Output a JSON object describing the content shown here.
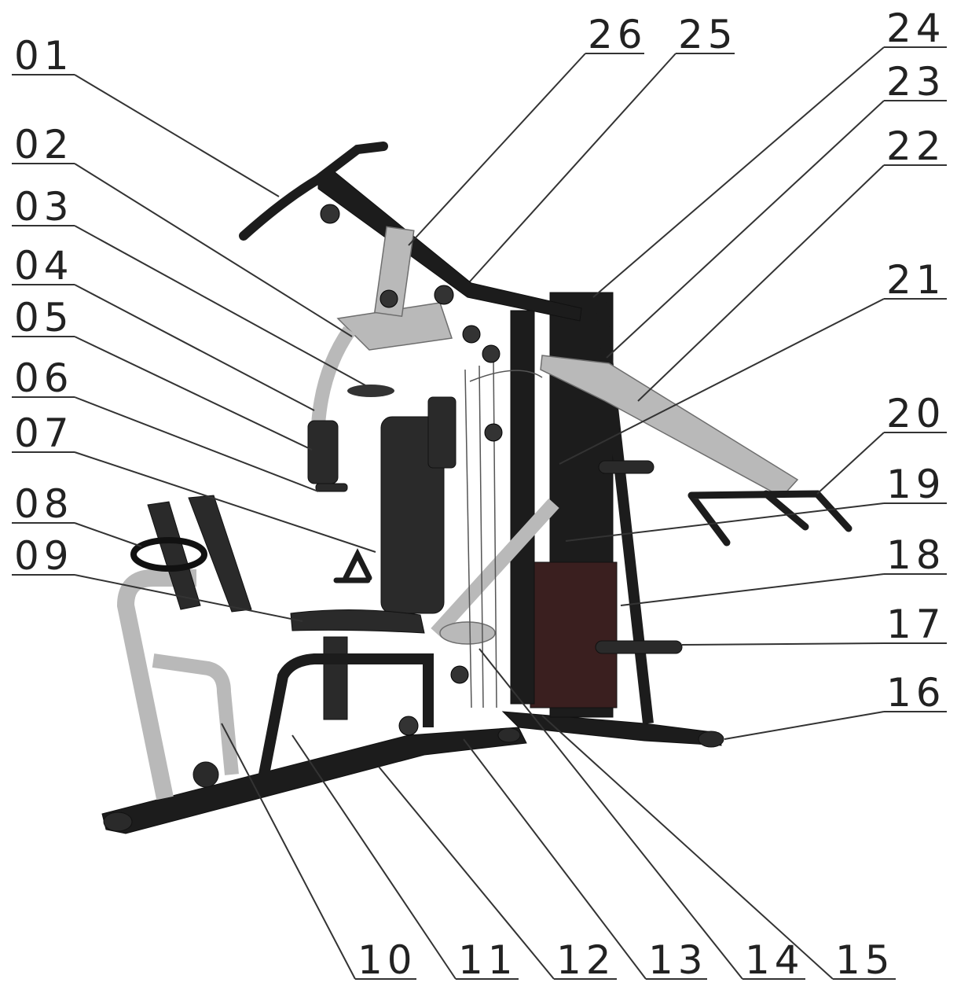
{
  "diagram": {
    "colors": {
      "frame_dark": "#1c1c1c",
      "frame_light": "#b9b9b9",
      "line": "#333333",
      "text": "#222222"
    },
    "callouts": [
      {
        "id": "01",
        "label": "01"
      },
      {
        "id": "02",
        "label": "02"
      },
      {
        "id": "03",
        "label": "03"
      },
      {
        "id": "04",
        "label": "04"
      },
      {
        "id": "05",
        "label": "05"
      },
      {
        "id": "06",
        "label": "06"
      },
      {
        "id": "07",
        "label": "07"
      },
      {
        "id": "08",
        "label": "08"
      },
      {
        "id": "09",
        "label": "09"
      },
      {
        "id": "10",
        "label": "10"
      },
      {
        "id": "11",
        "label": "11"
      },
      {
        "id": "12",
        "label": "12"
      },
      {
        "id": "13",
        "label": "13"
      },
      {
        "id": "14",
        "label": "14"
      },
      {
        "id": "15",
        "label": "15"
      },
      {
        "id": "16",
        "label": "16"
      },
      {
        "id": "17",
        "label": "17"
      },
      {
        "id": "18",
        "label": "18"
      },
      {
        "id": "19",
        "label": "19"
      },
      {
        "id": "20",
        "label": "20"
      },
      {
        "id": "21",
        "label": "21"
      },
      {
        "id": "22",
        "label": "22"
      },
      {
        "id": "23",
        "label": "23"
      },
      {
        "id": "24",
        "label": "24"
      },
      {
        "id": "25",
        "label": "25"
      },
      {
        "id": "26",
        "label": "26"
      }
    ]
  }
}
